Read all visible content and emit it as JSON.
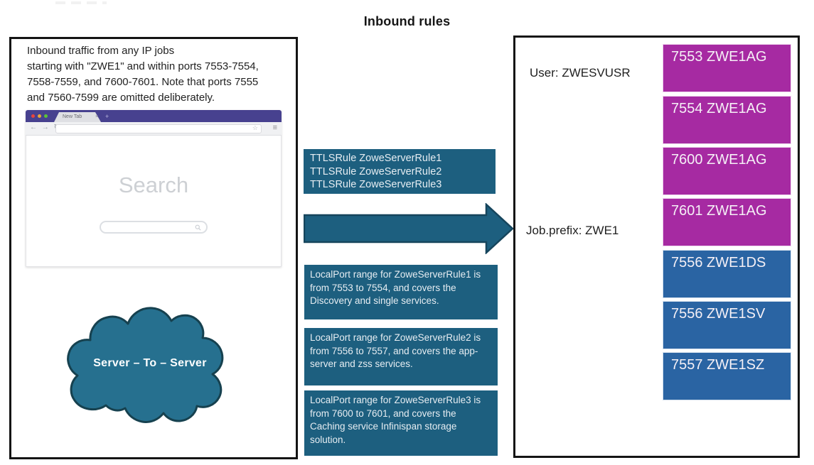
{
  "title": "Inbound rules",
  "colors": {
    "teal_box": "#1d5f7f",
    "teal_arrow": "#1d5f7f",
    "magenta_port": "#a62aa2",
    "blue_port": "#2a64a3",
    "browser_purple": "#47418f",
    "cloud_fill": "#26708f",
    "panel_border": "#141414"
  },
  "left_panel": {
    "description_lines": [
      "Inbound traffic from any IP jobs",
      "starting with \"ZWE1\" and within ports 7553-7554,",
      "7558-7559, and 7600-7601. Note that ports 7555",
      "and 7560-7599 are omitted deliberately."
    ],
    "browser": {
      "tab_label": "New Tab",
      "tab_close_icon": "×",
      "new_tab_icon": "+",
      "nav_icons": "← → ↻",
      "bookmark_icon": "☆",
      "menu_icon": "≡",
      "search_heading": "Search"
    },
    "cloud_label": "Server – To – Server"
  },
  "middle": {
    "ttls_rule_lines": [
      "TTLSRule ZoweServerRule1",
      "TTLSRule ZoweServerRule2",
      "TTLSRule ZoweServerRule3"
    ],
    "localport_notes": [
      {
        "lines": [
          "LocalPort range for ZoweServerRule1 is from 7553 to 7554, and covers the Discovery and single services."
        ]
      },
      {
        "lines": [
          "LocalPort range for ZoweServerRule2 is from 7556 to 7557, and covers the app-server and zss services."
        ]
      },
      {
        "lines": [
          "LocalPort range for ZoweServerRule3 is from 7600 to 7601, and covers the Caching service Infinispan storage solution."
        ]
      }
    ]
  },
  "right_panel": {
    "user_label": "User: ZWESVUSR",
    "job_prefix_label": "Job.prefix: ZWE1",
    "ports": [
      {
        "label": "7553 ZWE1AG",
        "color": "#a62aa2"
      },
      {
        "label": "7554 ZWE1AG",
        "color": "#a62aa2"
      },
      {
        "label": "7600 ZWE1AG",
        "color": "#a62aa2"
      },
      {
        "label": "7601 ZWE1AG",
        "color": "#a62aa2"
      },
      {
        "label": "7556 ZWE1DS",
        "color": "#2a64a3"
      },
      {
        "label": "7556 ZWE1SV",
        "color": "#2a64a3"
      },
      {
        "label": "7557 ZWE1SZ",
        "color": "#2a64a3"
      }
    ]
  }
}
